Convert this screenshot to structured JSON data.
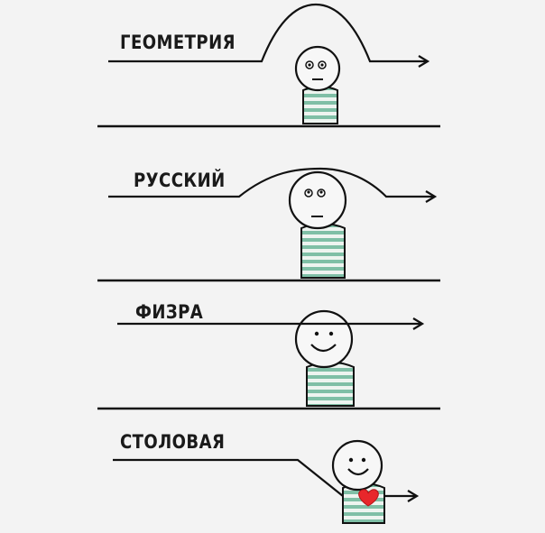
{
  "panels": [
    {
      "label": "ГЕОМЕТРИЯ",
      "face": "neutral"
    },
    {
      "label": "РУССКИЙ",
      "face": "neutral"
    },
    {
      "label": "ФИЗРА",
      "face": "smile"
    },
    {
      "label": "СТОЛОВАЯ",
      "face": "smile-heart"
    }
  ],
  "colors": {
    "background": "#f3f3f3",
    "line": "#111111",
    "shirt_stripe": "#7fbfa6",
    "heart": "#e8272b"
  }
}
